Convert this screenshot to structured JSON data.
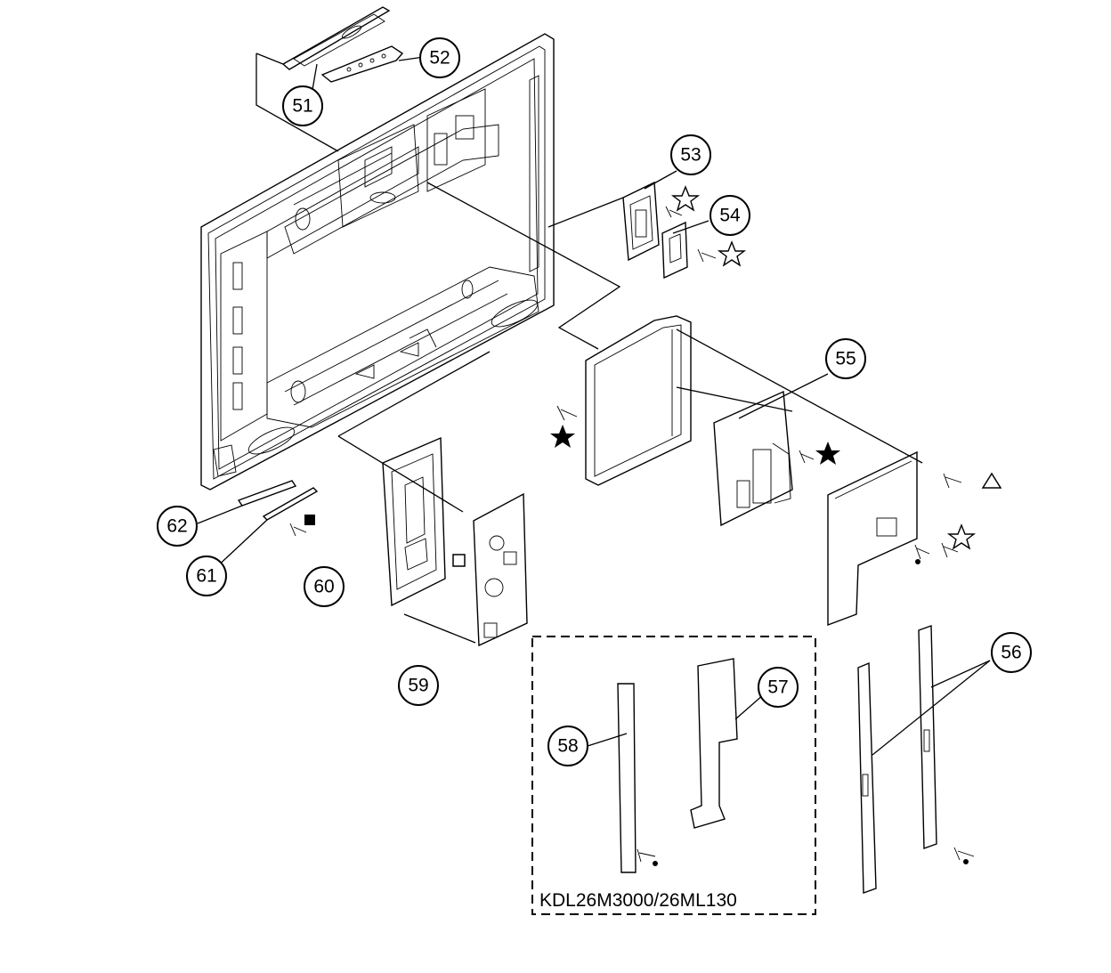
{
  "callouts": {
    "c51": "51",
    "c52": "52",
    "c53": "53",
    "c54": "54",
    "c55": "55",
    "c56": "56",
    "c57": "57",
    "c58": "58",
    "c59": "59",
    "c60": "60",
    "c61": "61",
    "c62": "62"
  },
  "variant_box": {
    "label": "KDL26M3000/26ML130"
  },
  "symbols": {
    "screw_marks": [
      "filled-star",
      "open-star",
      "open-triangle",
      "filled-square",
      "open-square",
      "filled-dot"
    ]
  }
}
